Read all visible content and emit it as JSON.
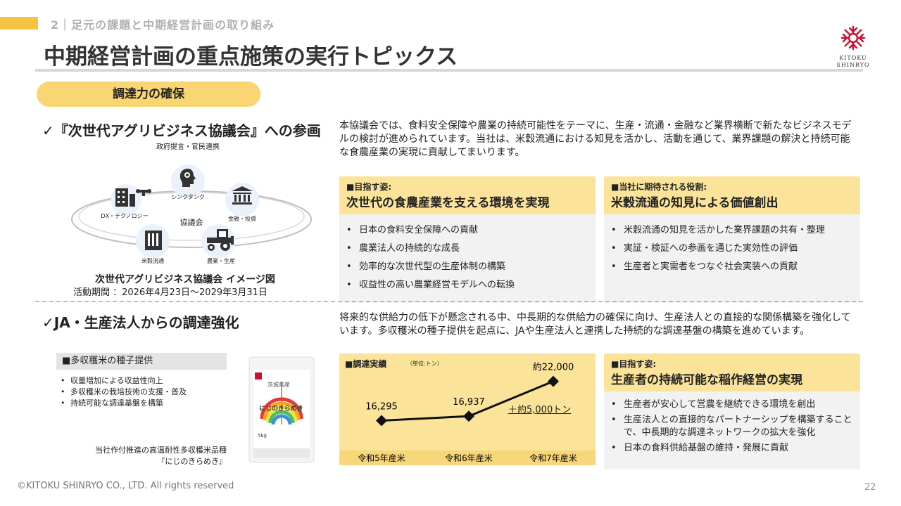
{
  "header": {
    "section": "2｜足元の課題と中期経営計画の取り組み",
    "title": "中期経営計画の重点施策の実行トピックス",
    "logo_text_1": "KITOKU",
    "logo_text_2": "SHINRYO"
  },
  "pill": "調達力の確保",
  "topic1": {
    "heading": "✓『次世代アグリビジネス協議会』への参画",
    "diagram": {
      "top": "政府提言・官民連携",
      "think": "シンクタンク",
      "dx": "DX・テクノロジー",
      "finance": "金融・投資",
      "center": "協議会",
      "rice": "米穀流通",
      "farm": "農業・生産"
    },
    "caption": "次世代アグリビジネス協議会 イメージ図",
    "period": "活動期間 ：2026年4月23日～2029年3月31日",
    "body": "本協議会では、食料安全保障や農業の持続可能性をテーマに、生産・流通・金融など業界横断で新たなビジネスモデルの検討が進められています。当社は、米穀流通における知見を活かし、活動を通じて、業界課題の解決と持続可能な食農産業の実現に貢献してまいります。",
    "card1": {
      "key": "■目指す姿:",
      "value": "次世代の食農産業を支える環境を実現",
      "items": [
        "日本の食料安全保障への貢献",
        "農業法人の持続的な成長",
        "効率的な次世代型の生産体制の構築",
        "収益性の高い農業経営モデルへの転換"
      ]
    },
    "card2": {
      "key": "■当社に期待される役割:",
      "value": "米穀流通の知見による価値創出",
      "items": [
        "米穀流通の知見を活かした業界課題の共有・整理",
        "実証・検証への参画を通じた実効性の評価",
        "生産者と実需者をつなぐ社会実装への貢献"
      ]
    }
  },
  "topic2": {
    "heading": "✓JA・生産法人からの調達強化",
    "body": "将来的な供給力の低下が懸念される中、中長期的な供給力の確保に向け、生産法人との直接的な関係構築を強化しています。多収穫米の種子提供を起点に、JAや生産法人と連携した持続的な調達基盤の構築を進めています。",
    "seed_box_title": "■多収穫米の種子提供",
    "seed_items": [
      "収量増加による収益性向上",
      "多収穫米の栽培技術の支援・普及",
      "持続可能な調達基盤を構築"
    ],
    "product_caption_1": "当社作付推進の高温耐性多収穫米品種",
    "product_caption_2": "『にじのきらめき』",
    "package_text_1": "茨城県産",
    "package_text_2": "にじのきらめき",
    "package_text_3": "5kg",
    "goal": {
      "key": "■目指す姿:",
      "value": "生産者の持続可能な稲作経営の実現",
      "items": [
        "生産者が安心して営農を継続できる環境を創出",
        "生産法人との直接的なパートナーシップを構築することで、中長期的な調達ネットワークの拡大を強化",
        "日本の食料供給基盤の維持・発展に貢献"
      ]
    }
  },
  "chart_data": {
    "type": "line",
    "title": "■調達実績",
    "unit": "（単位:トン）",
    "categories": [
      "令和5年産米",
      "令和6年産米",
      "令和7年産米"
    ],
    "values": [
      16295,
      16937,
      22000
    ],
    "value_labels": [
      "16,295",
      "16,937",
      "約22,000"
    ],
    "annotation": "＋約5,000トン",
    "ylim": [
      14000,
      24000
    ],
    "color": "#111111"
  },
  "footer": {
    "copyright": "©KITOKU SHINRYO CO., LTD. All rights reserved",
    "page": "22"
  }
}
